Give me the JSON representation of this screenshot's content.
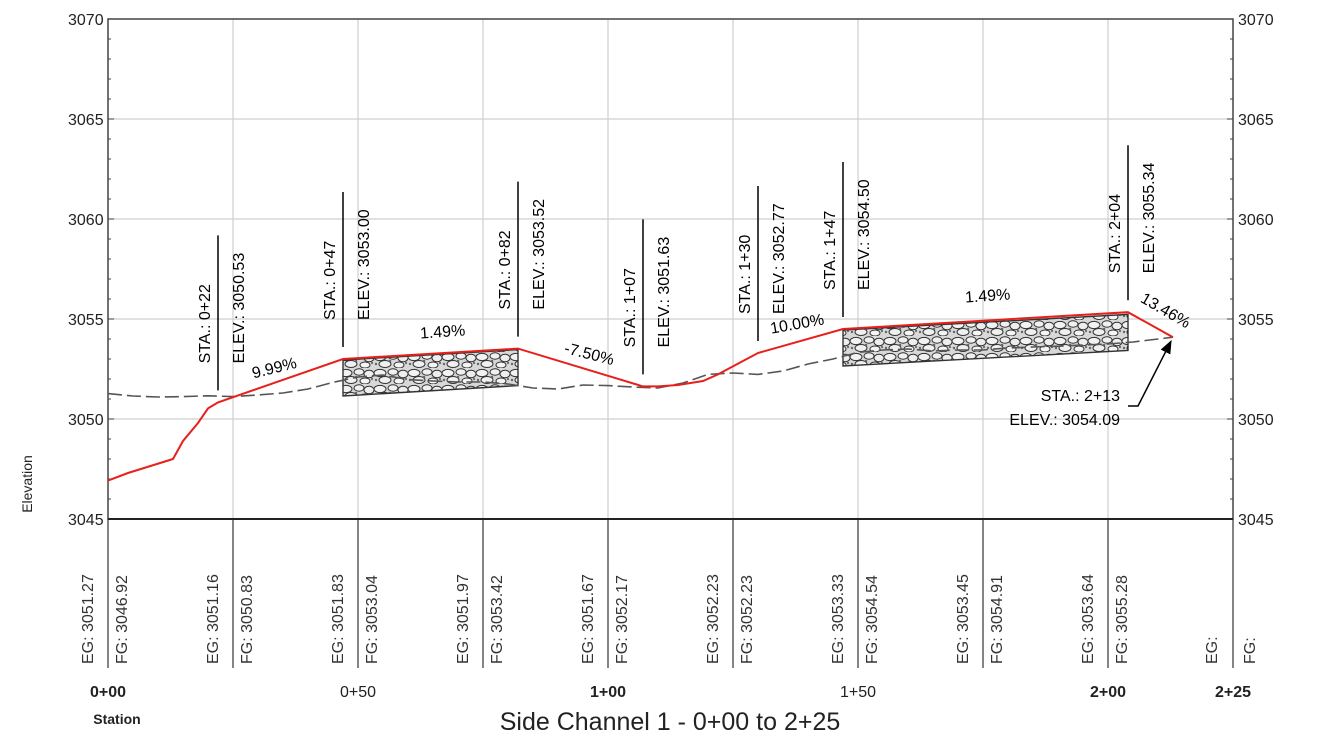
{
  "chart_data": {
    "type": "line",
    "title": "Side Channel 1 - 0+00 to 2+25",
    "ylabel": "Elevation",
    "xlabel": "Station",
    "xlim": [
      0,
      225
    ],
    "ylim": [
      3045,
      3070
    ],
    "grid": true,
    "x_ticks": [
      {
        "value": 0,
        "label": "0+00",
        "bold": true
      },
      {
        "value": 50,
        "label": "0+50",
        "bold": false
      },
      {
        "value": 100,
        "label": "1+00",
        "bold": true
      },
      {
        "value": 150,
        "label": "1+50",
        "bold": false
      },
      {
        "value": 200,
        "label": "2+00",
        "bold": true
      },
      {
        "value": 225,
        "label": "2+25",
        "bold": true
      }
    ],
    "y_ticks": [
      3045,
      3050,
      3055,
      3060,
      3065,
      3070
    ],
    "y_tick_labels": [
      "3045",
      "3050",
      "3055",
      "3060",
      "3065",
      "3070"
    ],
    "series": [
      {
        "style": "existing-dashed",
        "color": "#555555",
        "x": [
          0,
          5,
          10,
          15,
          20,
          25,
          30,
          35,
          40,
          45,
          50,
          55,
          60,
          65,
          70,
          75,
          80,
          85,
          90,
          95,
          100,
          105,
          110,
          115,
          120,
          125,
          130,
          135,
          140,
          145,
          150,
          155,
          160,
          165,
          170,
          175,
          180,
          185,
          190,
          195,
          200,
          205,
          210,
          213
        ],
        "y": [
          3051.27,
          3051.15,
          3051.1,
          3051.12,
          3051.16,
          3051.12,
          3051.2,
          3051.3,
          3051.5,
          3051.83,
          3052.1,
          3052.2,
          3051.97,
          3051.9,
          3051.85,
          3051.85,
          3051.75,
          3051.55,
          3051.5,
          3051.7,
          3051.67,
          3051.6,
          3051.55,
          3051.8,
          3052.23,
          3052.3,
          3052.23,
          3052.4,
          3052.75,
          3053.0,
          3053.33,
          3053.45,
          3053.5,
          3053.4,
          3053.45,
          3053.45,
          3053.55,
          3053.6,
          3053.64,
          3053.7,
          3053.75,
          3053.85,
          3054.0,
          3054.09
        ]
      },
      {
        "style": "design-red",
        "color": "#e8201c",
        "x": [
          0,
          4,
          13,
          15,
          18,
          20,
          22,
          47,
          82,
          107,
          110,
          114,
          119,
          122,
          126,
          130,
          147,
          204,
          213
        ],
        "y": [
          3046.92,
          3047.3,
          3048.0,
          3048.9,
          3049.8,
          3050.53,
          3050.83,
          3053.0,
          3053.52,
          3051.63,
          3051.63,
          3051.7,
          3051.9,
          3052.23,
          3052.77,
          3053.3,
          3054.5,
          3055.34,
          3054.09
        ]
      }
    ],
    "riprap": [
      {
        "x": [
          47,
          82
        ],
        "y": [
          3053.0,
          3053.52
        ]
      },
      {
        "x": [
          147,
          204
        ],
        "y": [
          3054.5,
          3055.28
        ]
      }
    ],
    "grade_labels": [
      {
        "text": "9.99%",
        "x": 33.5,
        "y": 3052.3
      },
      {
        "text": "1.49%",
        "x": 67,
        "y": 3054.1
      },
      {
        "text": "-7.50%",
        "x": 96,
        "y": 3053.0
      },
      {
        "text": "10.00%",
        "x": 138,
        "y": 3054.5
      },
      {
        "text": "1.49%",
        "x": 176,
        "y": 3055.9
      },
      {
        "text": "13.46%",
        "x": 211,
        "y": 3055.2
      }
    ],
    "station_callouts": [
      {
        "sta": "STA.: 0+22",
        "elev": "ELEV.:  3050.53",
        "x": 22
      },
      {
        "sta": "STA.: 0+47",
        "elev": "ELEV.:  3053.00",
        "x": 47
      },
      {
        "sta": "STA.: 0+82",
        "elev": "ELEV.:  3053.52",
        "x": 82
      },
      {
        "sta": "STA.: 1+07",
        "elev": "ELEV.:  3051.63",
        "x": 107
      },
      {
        "sta": "STA.: 1+30",
        "elev": "ELEV.:  3052.77",
        "x": 130
      },
      {
        "sta": "STA.: 1+47",
        "elev": "ELEV.:  3054.50",
        "x": 147
      },
      {
        "sta": "STA.: 2+04",
        "elev": "ELEV.:  3055.34",
        "x": 204
      }
    ],
    "end_callout": {
      "sta": "STA.: 2+13",
      "elev": "ELEV.:  3054.09"
    },
    "band_values": [
      {
        "x": 0,
        "eg": "EG: 3051.27",
        "fg": "FG: 3046.92"
      },
      {
        "x": 25,
        "eg": "EG: 3051.16",
        "fg": "FG: 3050.83"
      },
      {
        "x": 50,
        "eg": "EG: 3051.83",
        "fg": "FG: 3053.04"
      },
      {
        "x": 75,
        "eg": "EG: 3051.97",
        "fg": "FG: 3053.42"
      },
      {
        "x": 100,
        "eg": "EG: 3051.67",
        "fg": "FG: 3052.17"
      },
      {
        "x": 125,
        "eg": "EG: 3052.23",
        "fg": "FG: 3052.23"
      },
      {
        "x": 150,
        "eg": "EG: 3053.33",
        "fg": "FG: 3054.54"
      },
      {
        "x": 175,
        "eg": "EG: 3053.45",
        "fg": "FG: 3054.91"
      },
      {
        "x": 200,
        "eg": "EG: 3053.64",
        "fg": "FG: 3055.28"
      },
      {
        "x": 225,
        "eg": "EG:",
        "fg": "FG:"
      }
    ]
  }
}
